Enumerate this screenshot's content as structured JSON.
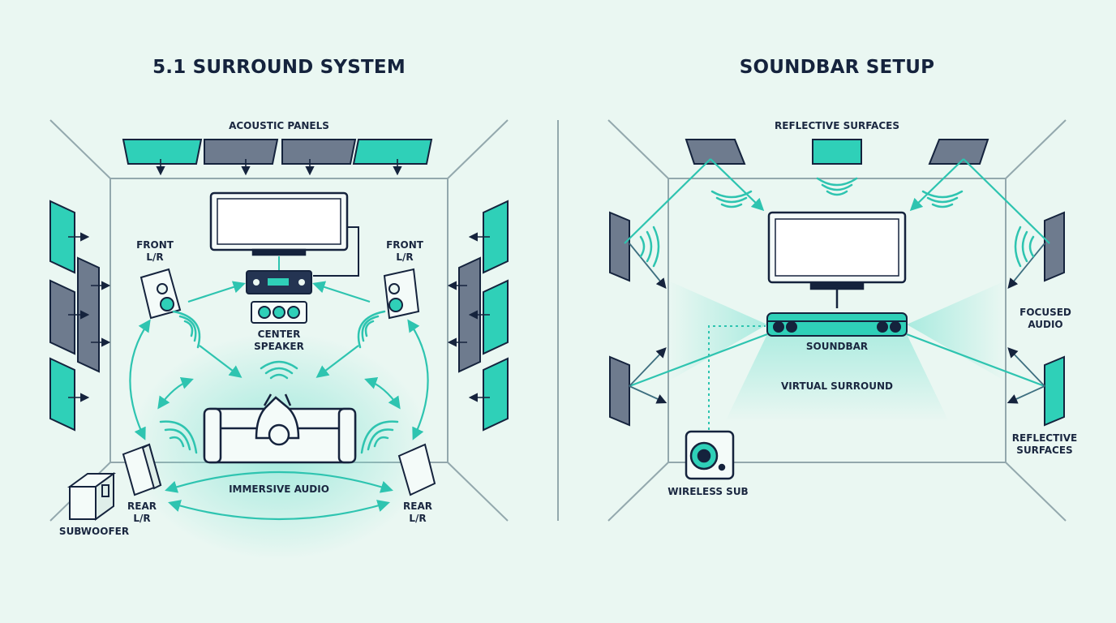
{
  "left": {
    "title": "5.1 SURROUND SYSTEM",
    "acoustic_panels": "ACOUSTIC PANELS",
    "front_left": "FRONT\nL/R",
    "front_right": "FRONT\nL/R",
    "center_speaker": "CENTER\nSPEAKER",
    "immersive_audio": "IMMERSIVE AUDIO",
    "rear_left": "REAR\nL/R",
    "rear_right": "REAR\nL/R",
    "subwoofer": "SUBWOOFER"
  },
  "right": {
    "title": "SOUNDBAR SETUP",
    "reflective_surfaces_top": "REFLECTIVE SURFACES",
    "focused_audio": "FOCUSED\nAUDIO",
    "soundbar": "SOUNDBAR",
    "virtual_surround": "VIRTUAL SURROUND",
    "reflective_surfaces_right": "REFLECTIVE\nSURFACES",
    "wireless_sub": "WIRELESS SUB"
  },
  "colors": {
    "background": "#eaf7f2",
    "accent_teal": "#2ec4b0",
    "panel_teal": "#2fd0b8",
    "panel_gray": "#6e7b8e",
    "outline_navy": "#15233d",
    "wall_line": "#93a8ad"
  },
  "icons": {
    "tv": "tv-icon",
    "receiver": "av-receiver-icon",
    "speaker": "speaker-icon",
    "subwoofer": "subwoofer-icon",
    "sofa": "sofa-with-listener-icon",
    "soundbar": "soundbar-icon",
    "sound_wave": "sound-wave-icon"
  }
}
